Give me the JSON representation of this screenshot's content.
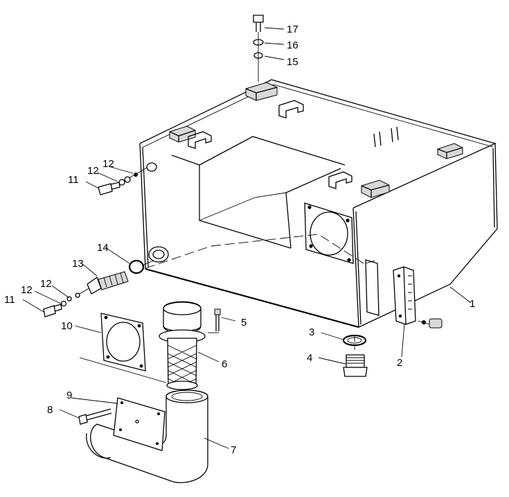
{
  "labels": {
    "p1": "1",
    "p2": "2",
    "p3": "3",
    "p4": "4",
    "p5": "5",
    "p6": "6",
    "p7": "7",
    "p8": "8",
    "p9": "9",
    "p10": "10",
    "p11a": "11",
    "p11b": "11",
    "p12a": "12",
    "p12b": "12",
    "p12c": "12",
    "p12d": "12",
    "p13": "13",
    "p14": "14",
    "p15": "15",
    "p16": "16",
    "p17": "17"
  }
}
